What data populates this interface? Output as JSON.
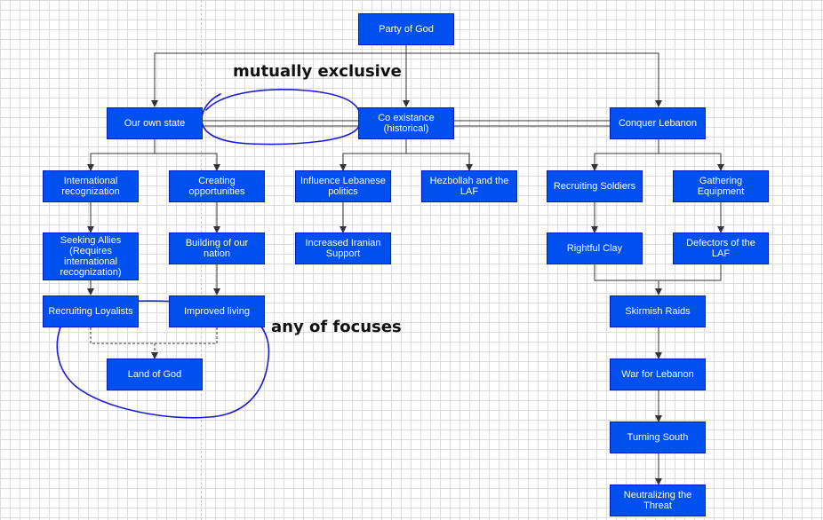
{
  "nodes": {
    "party_of_god": "Party of God",
    "our_own_state": "Our own state",
    "coexistance": "Co existance\n(historical)",
    "conquer_lebanon": "Conquer Lebanon",
    "international_recognization": "International\nrecognization",
    "creating_opportunities": "Creating opportunities",
    "influence_lebanese_politics": "Influence Lebanese\npolitics",
    "hezbollah_and_laf": "Hezbollah and the\nLAF",
    "recruiting_soldiers": "Recruiting Soldiers",
    "gathering_equipment": "Gathering Equipment",
    "seeking_allies": "Seeking Allies\n(Requires\ninternational\nrecognization)",
    "building_of_our_nation": "Building of our nation",
    "increased_iranian_support": "Increased Iranian\nSupport",
    "rightful_clay": "Rightful Clay",
    "defectors_of_laf": "Defectors of the LAF",
    "recruiting_loyalists": "Recruiting Loyalists",
    "improved_living": "Improved living",
    "skirmish_raids": "Skirmish Raids",
    "land_of_god": "Land of God",
    "war_for_lebanon": "War for Lebanon",
    "turning_south": "Turning South",
    "neutralizing_the_threat": "Neutralizing the\nThreat"
  },
  "annotations": {
    "mutually_exclusive": "mutually exclusive",
    "any_of_focuses": "any of focuses"
  },
  "colors": {
    "node_fill": "#0050ef",
    "node_border": "#001dbc",
    "node_text": "#ffffff",
    "connector": "#333333",
    "annotation_ink": "#1a1adb"
  }
}
